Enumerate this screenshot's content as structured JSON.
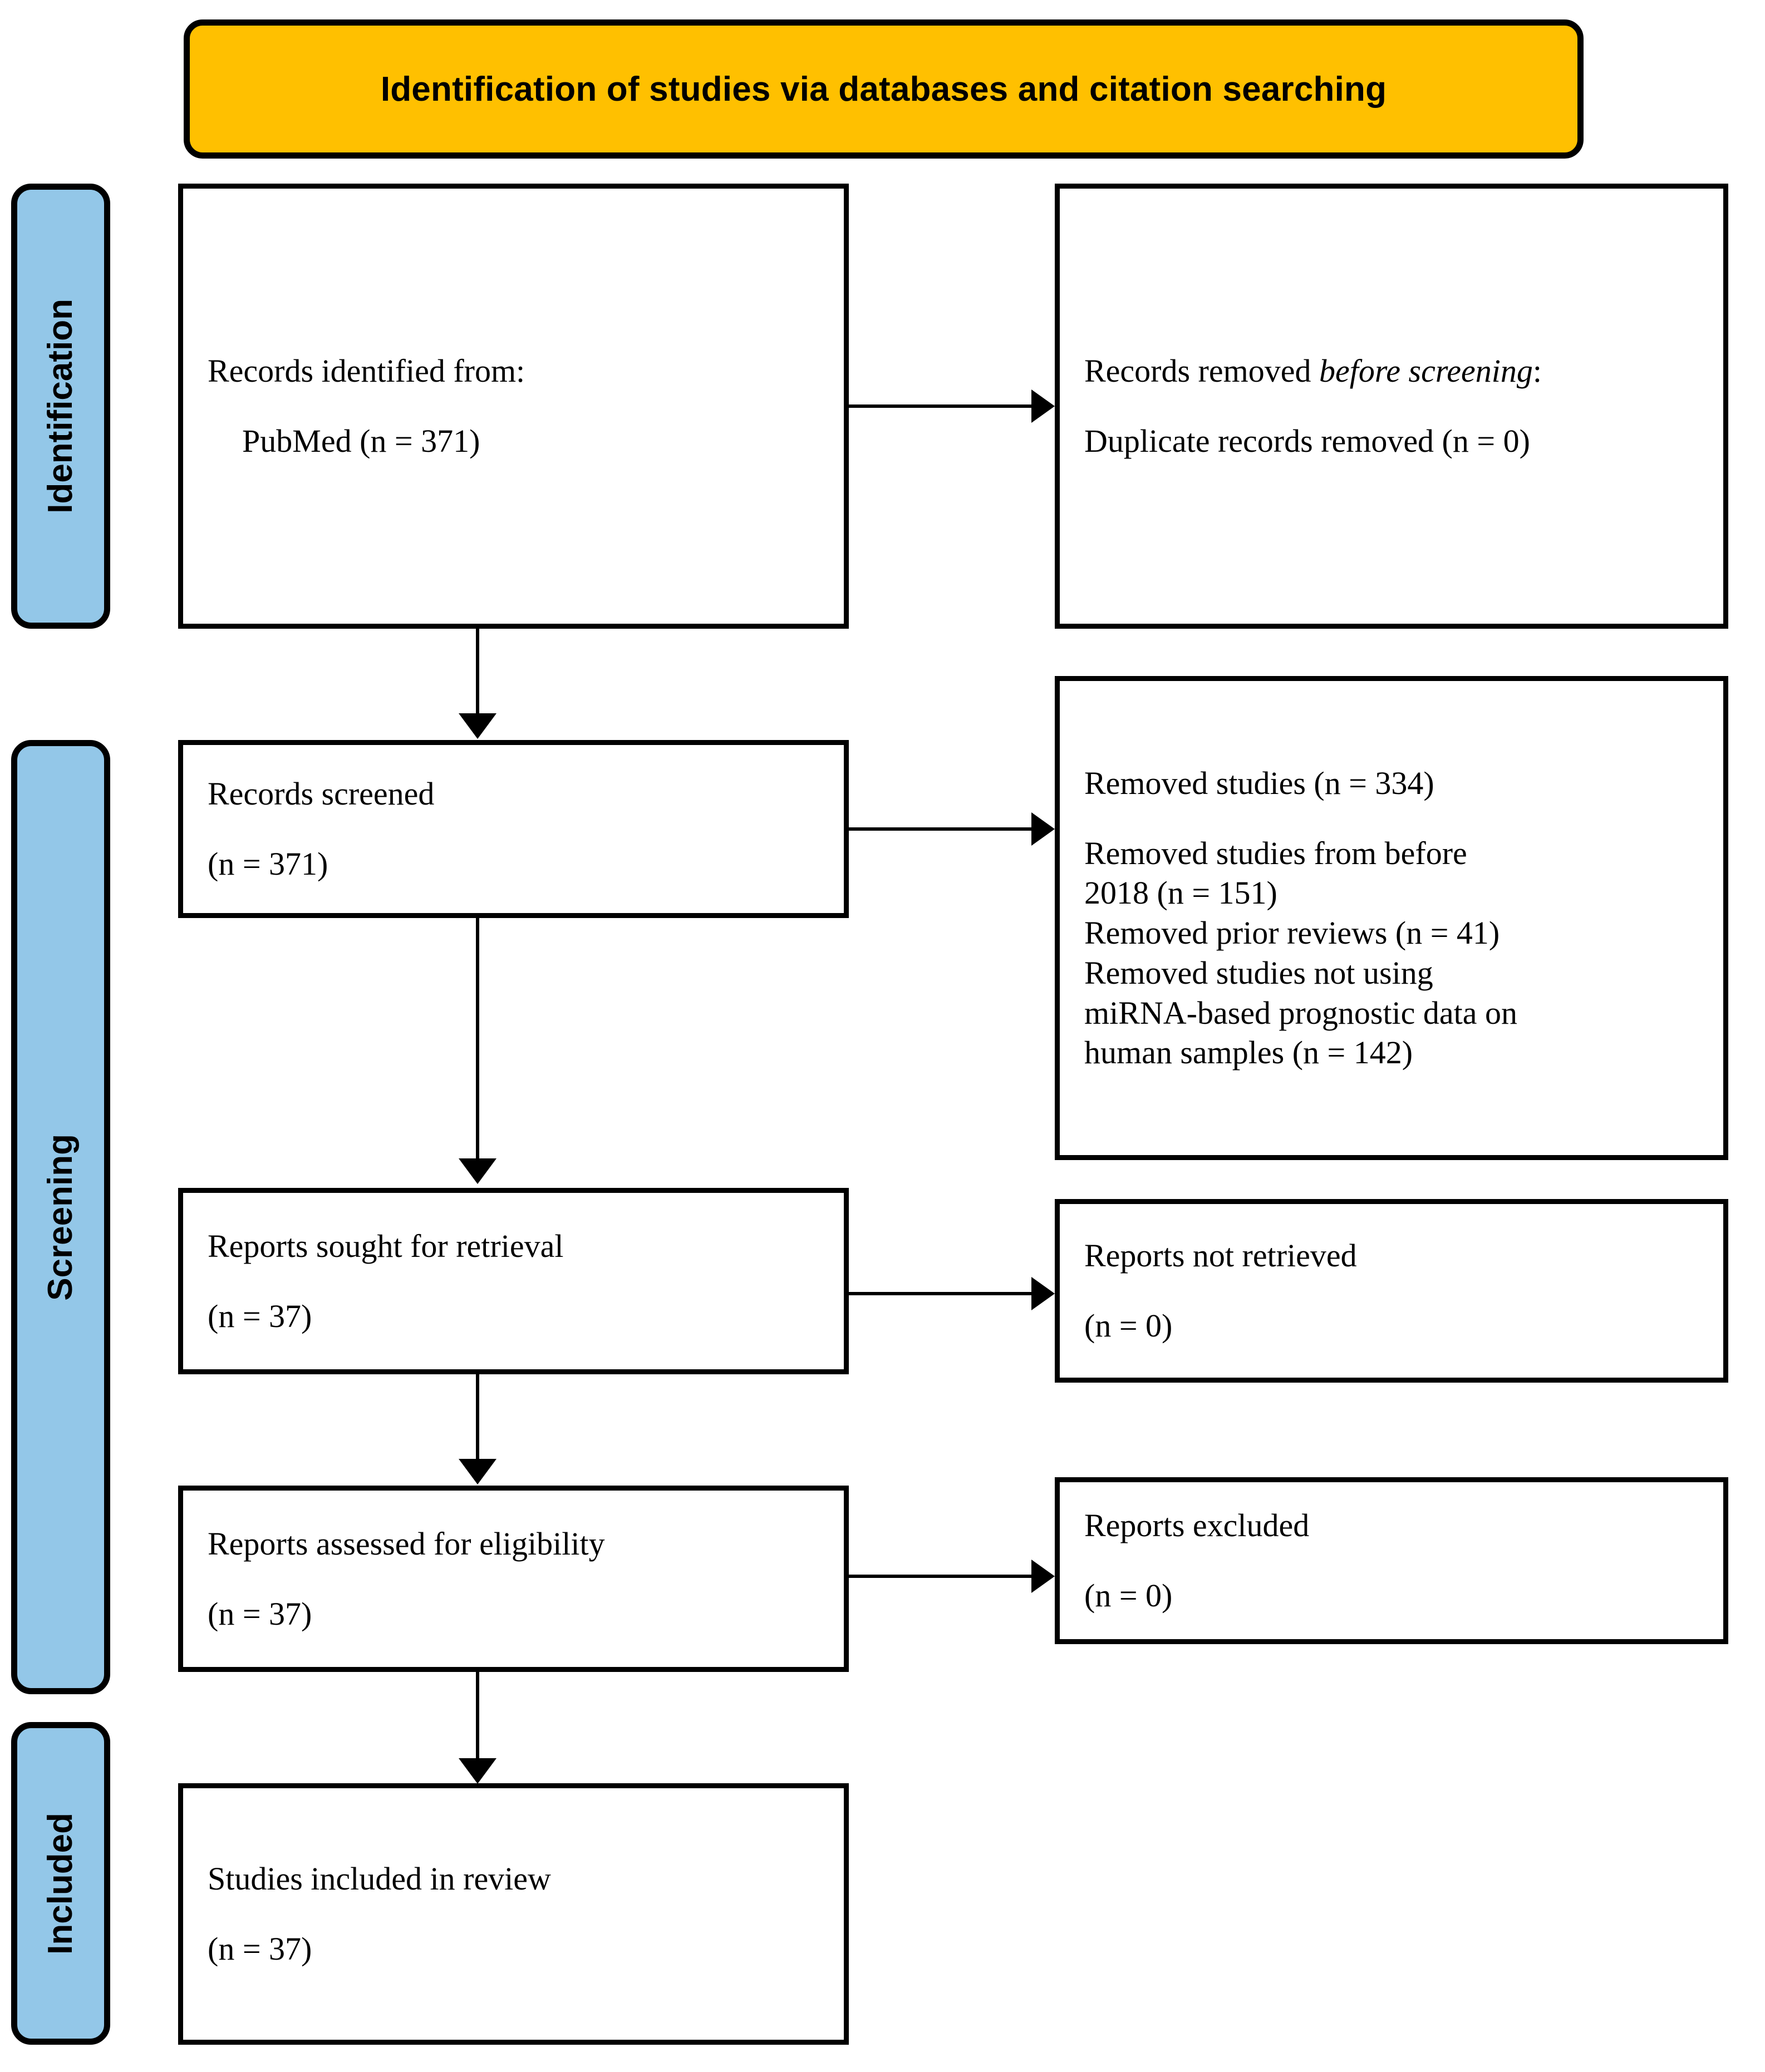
{
  "banner": {
    "title": "Identification of studies via databases and citation searching",
    "fill_color": "#FFC000",
    "border_color": "#000000"
  },
  "stage_labels": {
    "fill_color": "#93C7E8",
    "identification": "Identification",
    "screening": "Screening",
    "included": "Included"
  },
  "boxes": {
    "records_identified": {
      "line1": "Records identified from:",
      "line2": "PubMed (n = 371)"
    },
    "records_removed": {
      "line1_prefix": "Records removed ",
      "line1_em": "before screening",
      "line1_suffix": ":",
      "line2": "Duplicate records removed (n = 0)"
    },
    "records_screened": {
      "line1": "Records screened",
      "line2": "(n = 371)"
    },
    "removed_studies": {
      "line1": "Removed studies (n = 334)",
      "line2": "Removed studies from before",
      "line3": "2018 (n = 151)",
      "line4": "Removed prior reviews (n = 41)",
      "line5": "Removed studies not using",
      "line6": "miRNA-based prognostic data on",
      "line7": "human samples (n = 142)"
    },
    "reports_sought": {
      "line1": "Reports sought for retrieval",
      "line2": "(n = 37)"
    },
    "reports_not_retrieved": {
      "line1": "Reports not retrieved",
      "line2": "(n = 0)"
    },
    "reports_assessed": {
      "line1": "Reports assessed for eligibility",
      "line2": "(n = 37)"
    },
    "reports_excluded": {
      "line1": "Reports excluded",
      "line2": "(n = 0)"
    },
    "studies_included": {
      "line1": "Studies included in review",
      "line2": "(n = 37)"
    }
  },
  "chart_data": {
    "type": "diagram",
    "title": "Identification of studies via databases and citation searching",
    "stages": [
      "Identification",
      "Screening",
      "Included"
    ],
    "nodes": [
      {
        "id": "records_identified",
        "stage": "Identification",
        "label": "Records identified from: PubMed",
        "n": 371
      },
      {
        "id": "records_removed",
        "stage": "Identification",
        "label": "Records removed before screening: Duplicate records removed",
        "n": 0
      },
      {
        "id": "records_screened",
        "stage": "Screening",
        "label": "Records screened",
        "n": 371
      },
      {
        "id": "removed_studies",
        "stage": "Screening",
        "label": "Removed studies",
        "n": 334,
        "breakdown": [
          {
            "reason": "Removed studies from before 2018",
            "n": 151
          },
          {
            "reason": "Removed prior reviews",
            "n": 41
          },
          {
            "reason": "Removed studies not using miRNA-based prognostic data on human samples",
            "n": 142
          }
        ]
      },
      {
        "id": "reports_sought",
        "stage": "Screening",
        "label": "Reports sought for retrieval",
        "n": 37
      },
      {
        "id": "reports_not_retrieved",
        "stage": "Screening",
        "label": "Reports not retrieved",
        "n": 0
      },
      {
        "id": "reports_assessed",
        "stage": "Screening",
        "label": "Reports assessed for eligibility",
        "n": 37
      },
      {
        "id": "reports_excluded",
        "stage": "Screening",
        "label": "Reports excluded",
        "n": 0
      },
      {
        "id": "studies_included",
        "stage": "Included",
        "label": "Studies included in review",
        "n": 37
      }
    ],
    "edges": [
      {
        "from": "records_identified",
        "to": "records_removed",
        "direction": "right"
      },
      {
        "from": "records_identified",
        "to": "records_screened",
        "direction": "down"
      },
      {
        "from": "records_screened",
        "to": "removed_studies",
        "direction": "right"
      },
      {
        "from": "records_screened",
        "to": "reports_sought",
        "direction": "down"
      },
      {
        "from": "reports_sought",
        "to": "reports_not_retrieved",
        "direction": "right"
      },
      {
        "from": "reports_sought",
        "to": "reports_assessed",
        "direction": "down"
      },
      {
        "from": "reports_assessed",
        "to": "reports_excluded",
        "direction": "right"
      },
      {
        "from": "reports_assessed",
        "to": "studies_included",
        "direction": "down"
      }
    ]
  }
}
